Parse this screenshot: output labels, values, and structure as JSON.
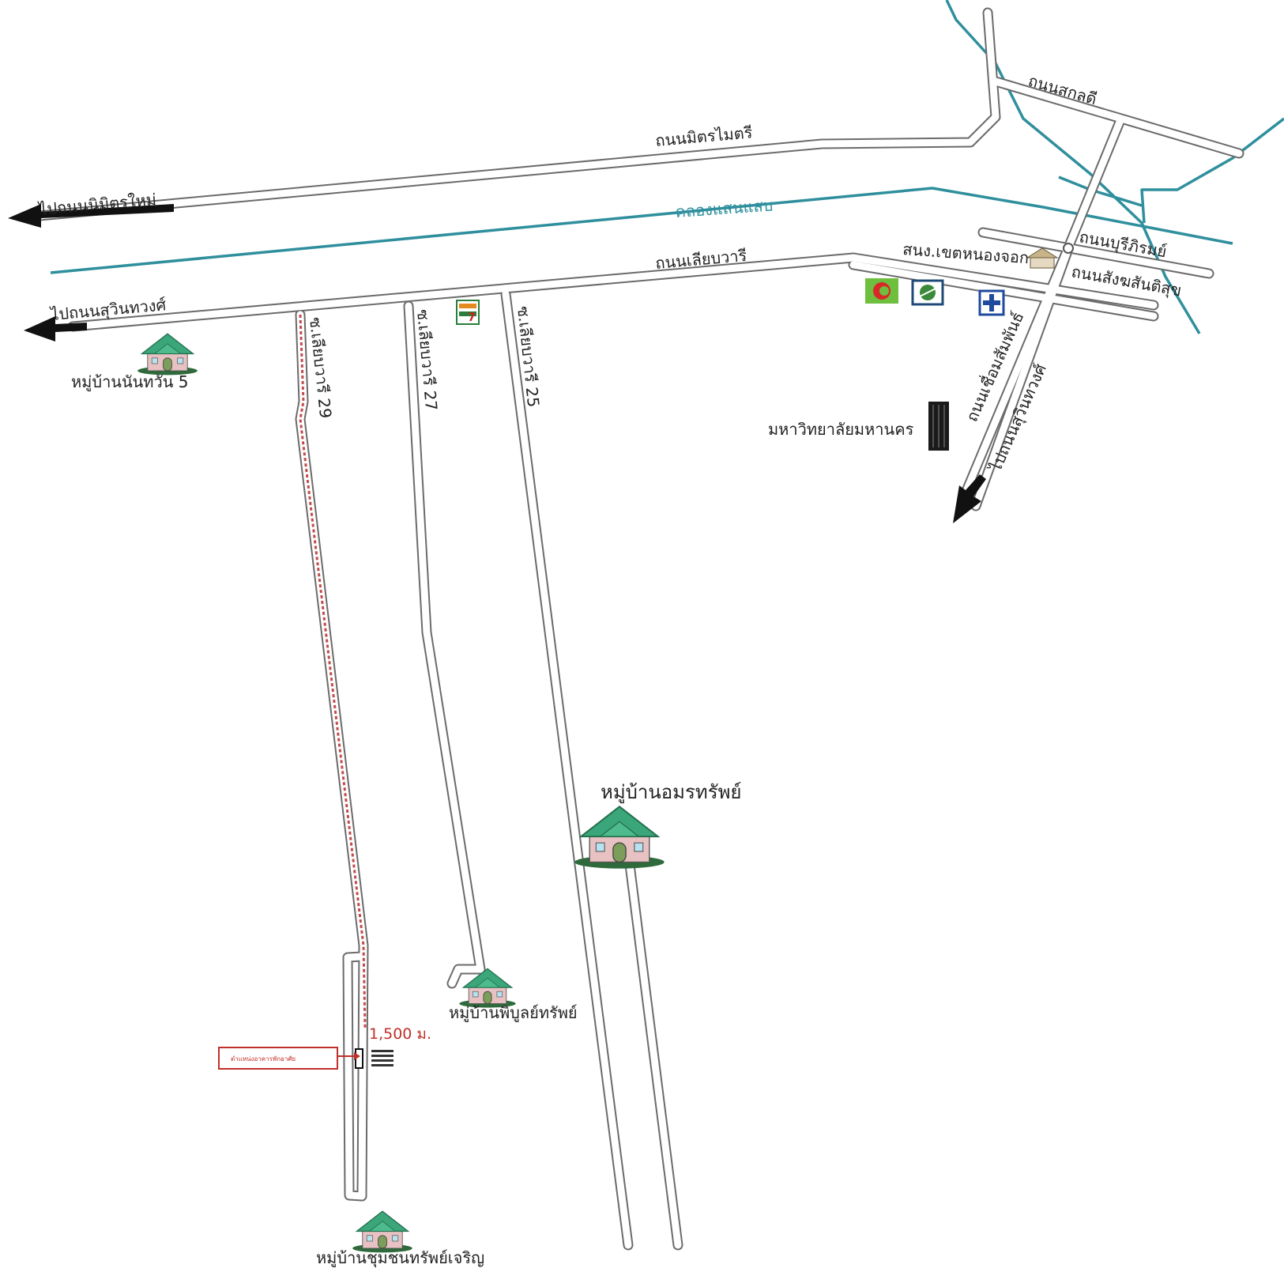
{
  "roads": {
    "mitmaitri": "ถนนมิตรไมตรี",
    "to_nimit_mai": "ไปถนนนิมิตรใหม่",
    "liap_wari": "ถนนเลียบวารี",
    "to_suwinthawong_west": "ไปถนนสุวินทวงศ์",
    "sakon_lati": "ถนนสกลดี",
    "buri_phirom": "ถนนบุรีภิรมย์",
    "sangkhom_santisuk": "ถนนสังฆสันติสุข",
    "chueam_samphan": "ถนนเชื่อมสัมพันธ์",
    "to_suwinthawong_south": "ไปถนนสุวินทวงศ์"
  },
  "sois": {
    "soi29": "ซ.เลียบวารี 29",
    "soi27": "ซ.เลียบวารี 27",
    "soi25": "ซ.เลียบวารี 25"
  },
  "canal": {
    "name": "คลองแสนแสบ"
  },
  "places": {
    "village_nanthawan": "หมู่บ้านนันทวัน 5",
    "village_amon": "หมู่บ้านอมรทรัพย์",
    "village_phibun": "หมู่บ้านพิบูลย์ทรัพย์",
    "village_chumchon": "หมู่บ้านชุมชนทรัพย์เจริญ",
    "district_office": "สนง.เขตหนองจอก",
    "university": "มหาวิทยาลัยมหานคร"
  },
  "target": {
    "distance": "1,500 ม.",
    "label": "ตำแหน่งอาคารพักอาศัย"
  },
  "colors": {
    "canal": "#2f8f9d",
    "route": "#c44a4a",
    "house_roof": "#3aa67a",
    "house_wall": "#e8c2c2"
  },
  "icons": [
    "seven-eleven-icon",
    "store-c-icon",
    "store-globe-icon",
    "hospital-icon",
    "government-office-icon",
    "university-building-icon",
    "house-icon",
    "direction-arrow-icon"
  ]
}
